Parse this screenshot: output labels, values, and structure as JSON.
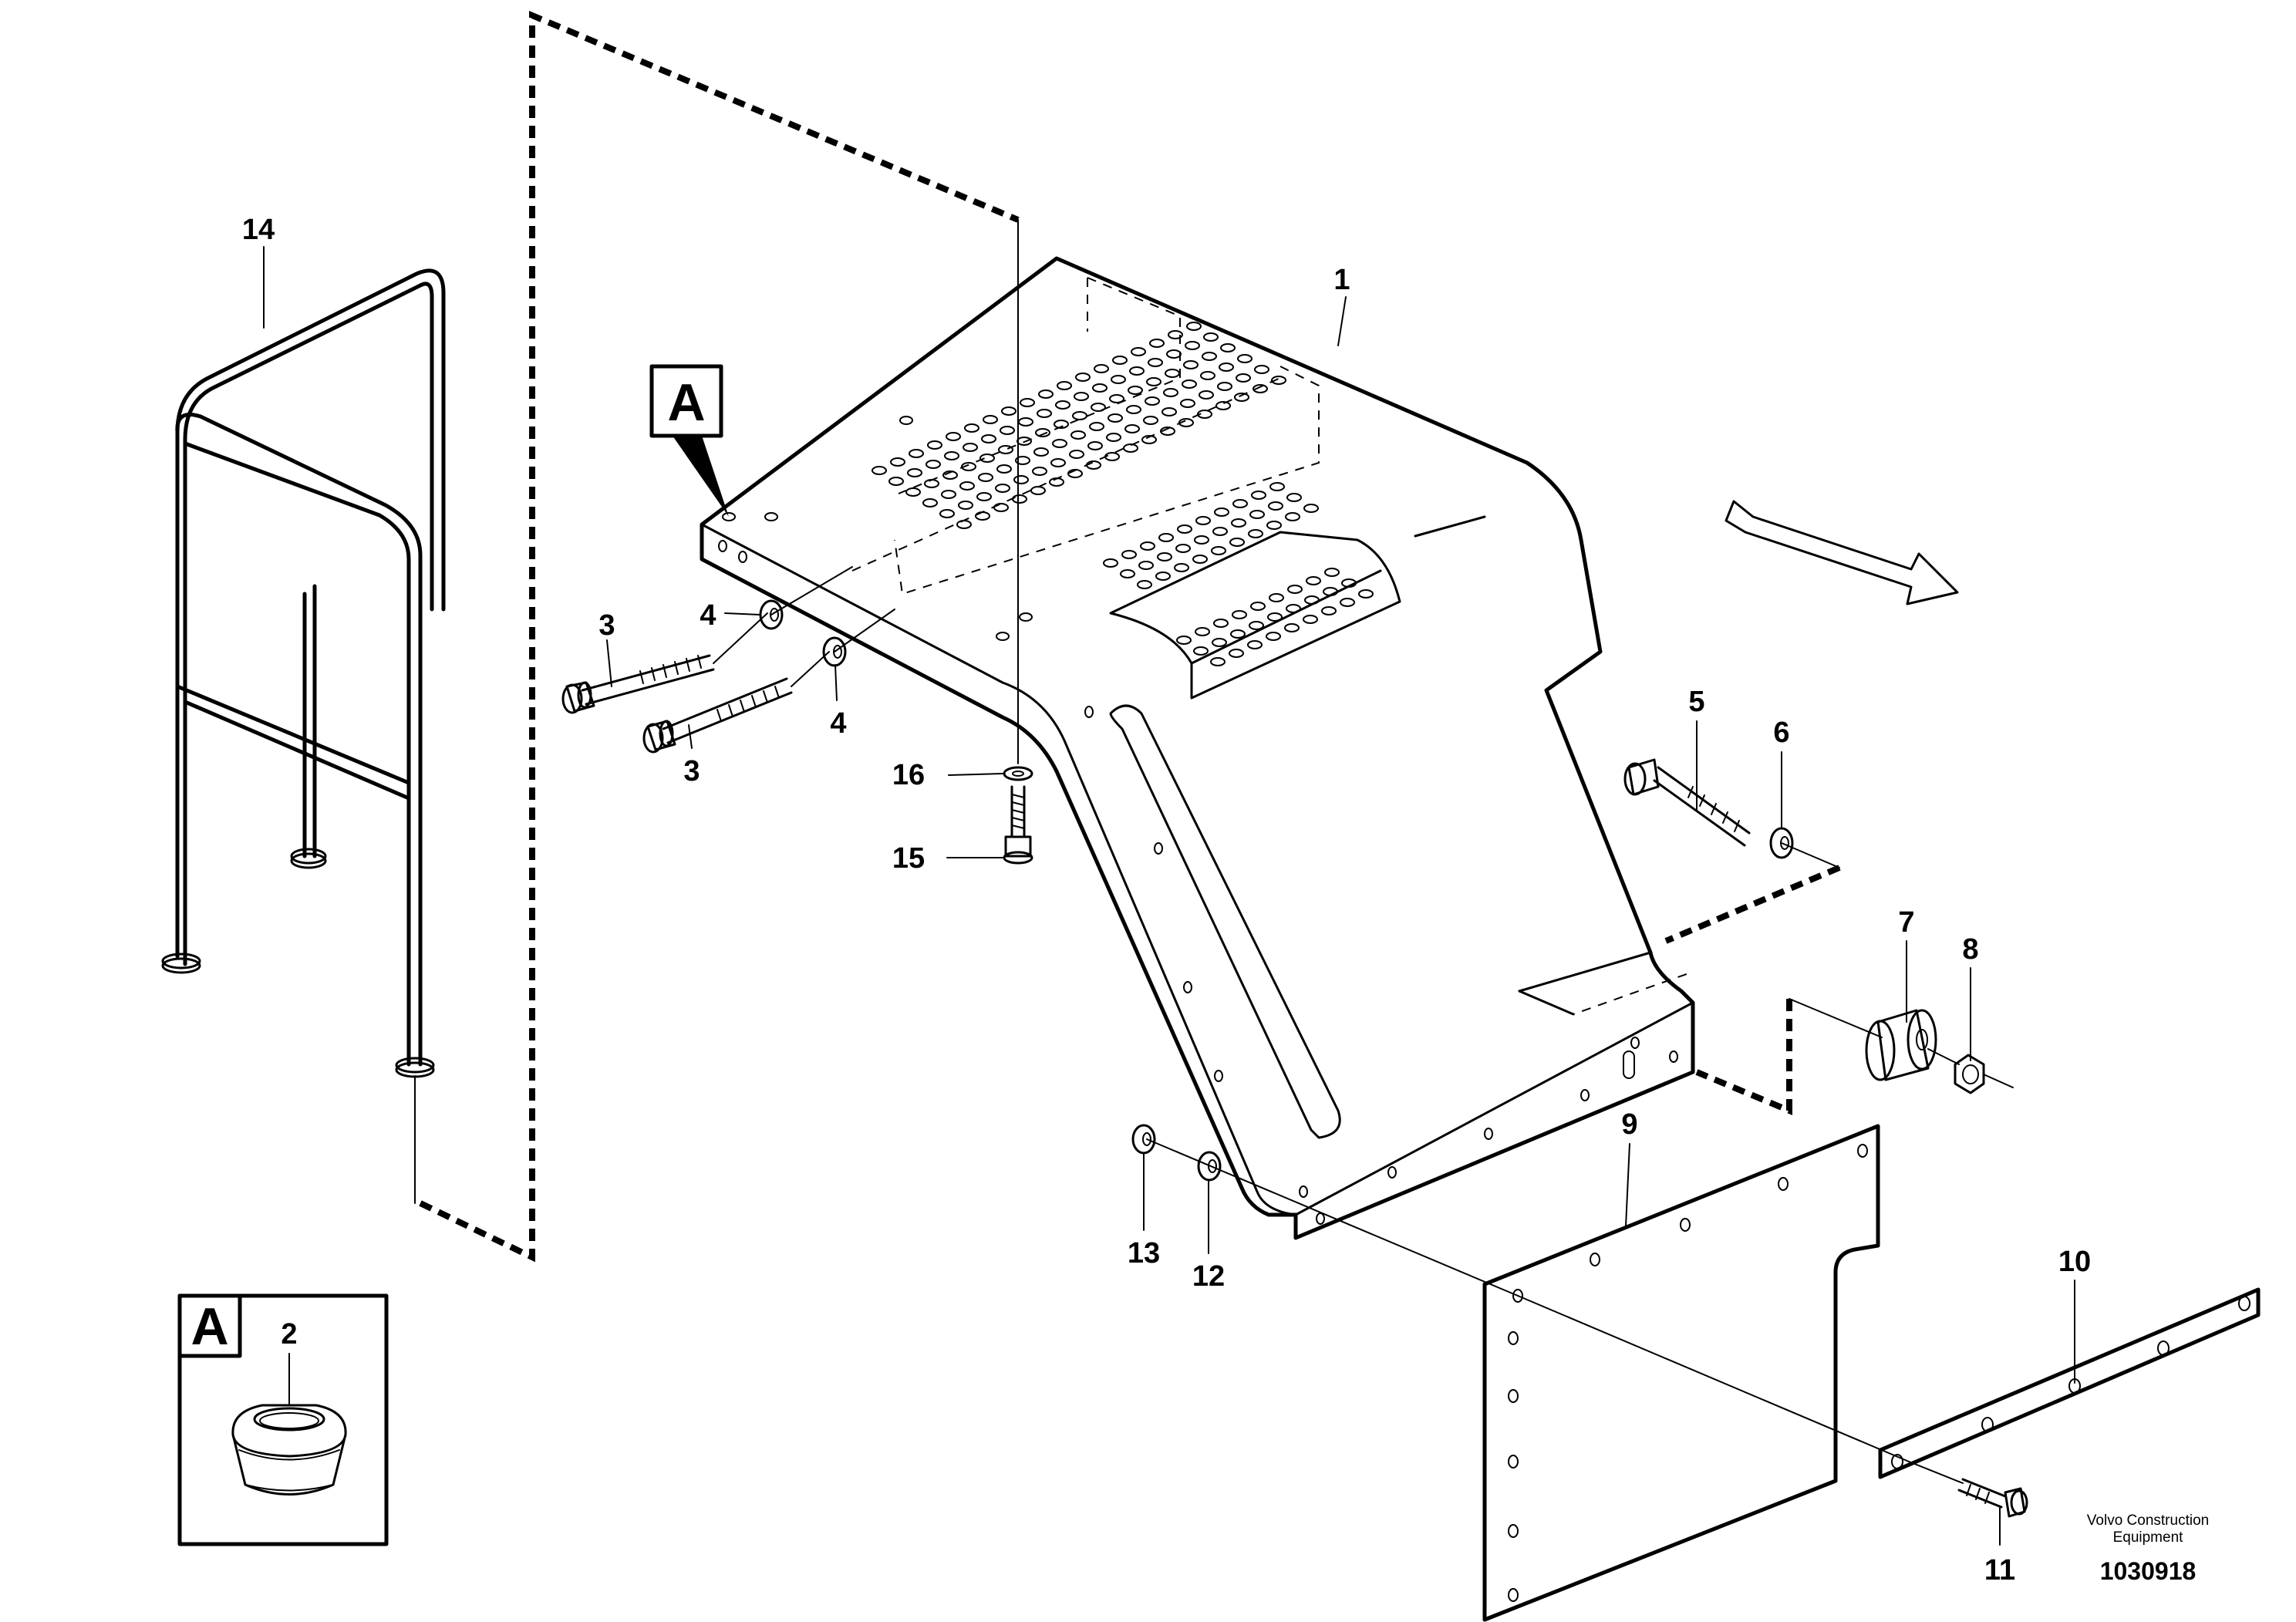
{
  "part_labels": [
    {
      "id": "p1",
      "text": "1"
    },
    {
      "id": "p2",
      "text": "2"
    },
    {
      "id": "p3a",
      "text": "3"
    },
    {
      "id": "p3b",
      "text": "3"
    },
    {
      "id": "p4a",
      "text": "4"
    },
    {
      "id": "p4b",
      "text": "4"
    },
    {
      "id": "p5",
      "text": "5"
    },
    {
      "id": "p6",
      "text": "6"
    },
    {
      "id": "p7",
      "text": "7"
    },
    {
      "id": "p8",
      "text": "8"
    },
    {
      "id": "p9",
      "text": "9"
    },
    {
      "id": "p10",
      "text": "10"
    },
    {
      "id": "p11",
      "text": "11"
    },
    {
      "id": "p12",
      "text": "12"
    },
    {
      "id": "p13",
      "text": "13"
    },
    {
      "id": "p14",
      "text": "14"
    },
    {
      "id": "p15",
      "text": "15"
    },
    {
      "id": "p16",
      "text": "16"
    }
  ],
  "detail_ref": {
    "callout_letter": "A",
    "inset_letter": "A"
  },
  "credit": {
    "line1": "Volvo Construction",
    "line2": "Equipment",
    "doc_number": "1030918"
  }
}
